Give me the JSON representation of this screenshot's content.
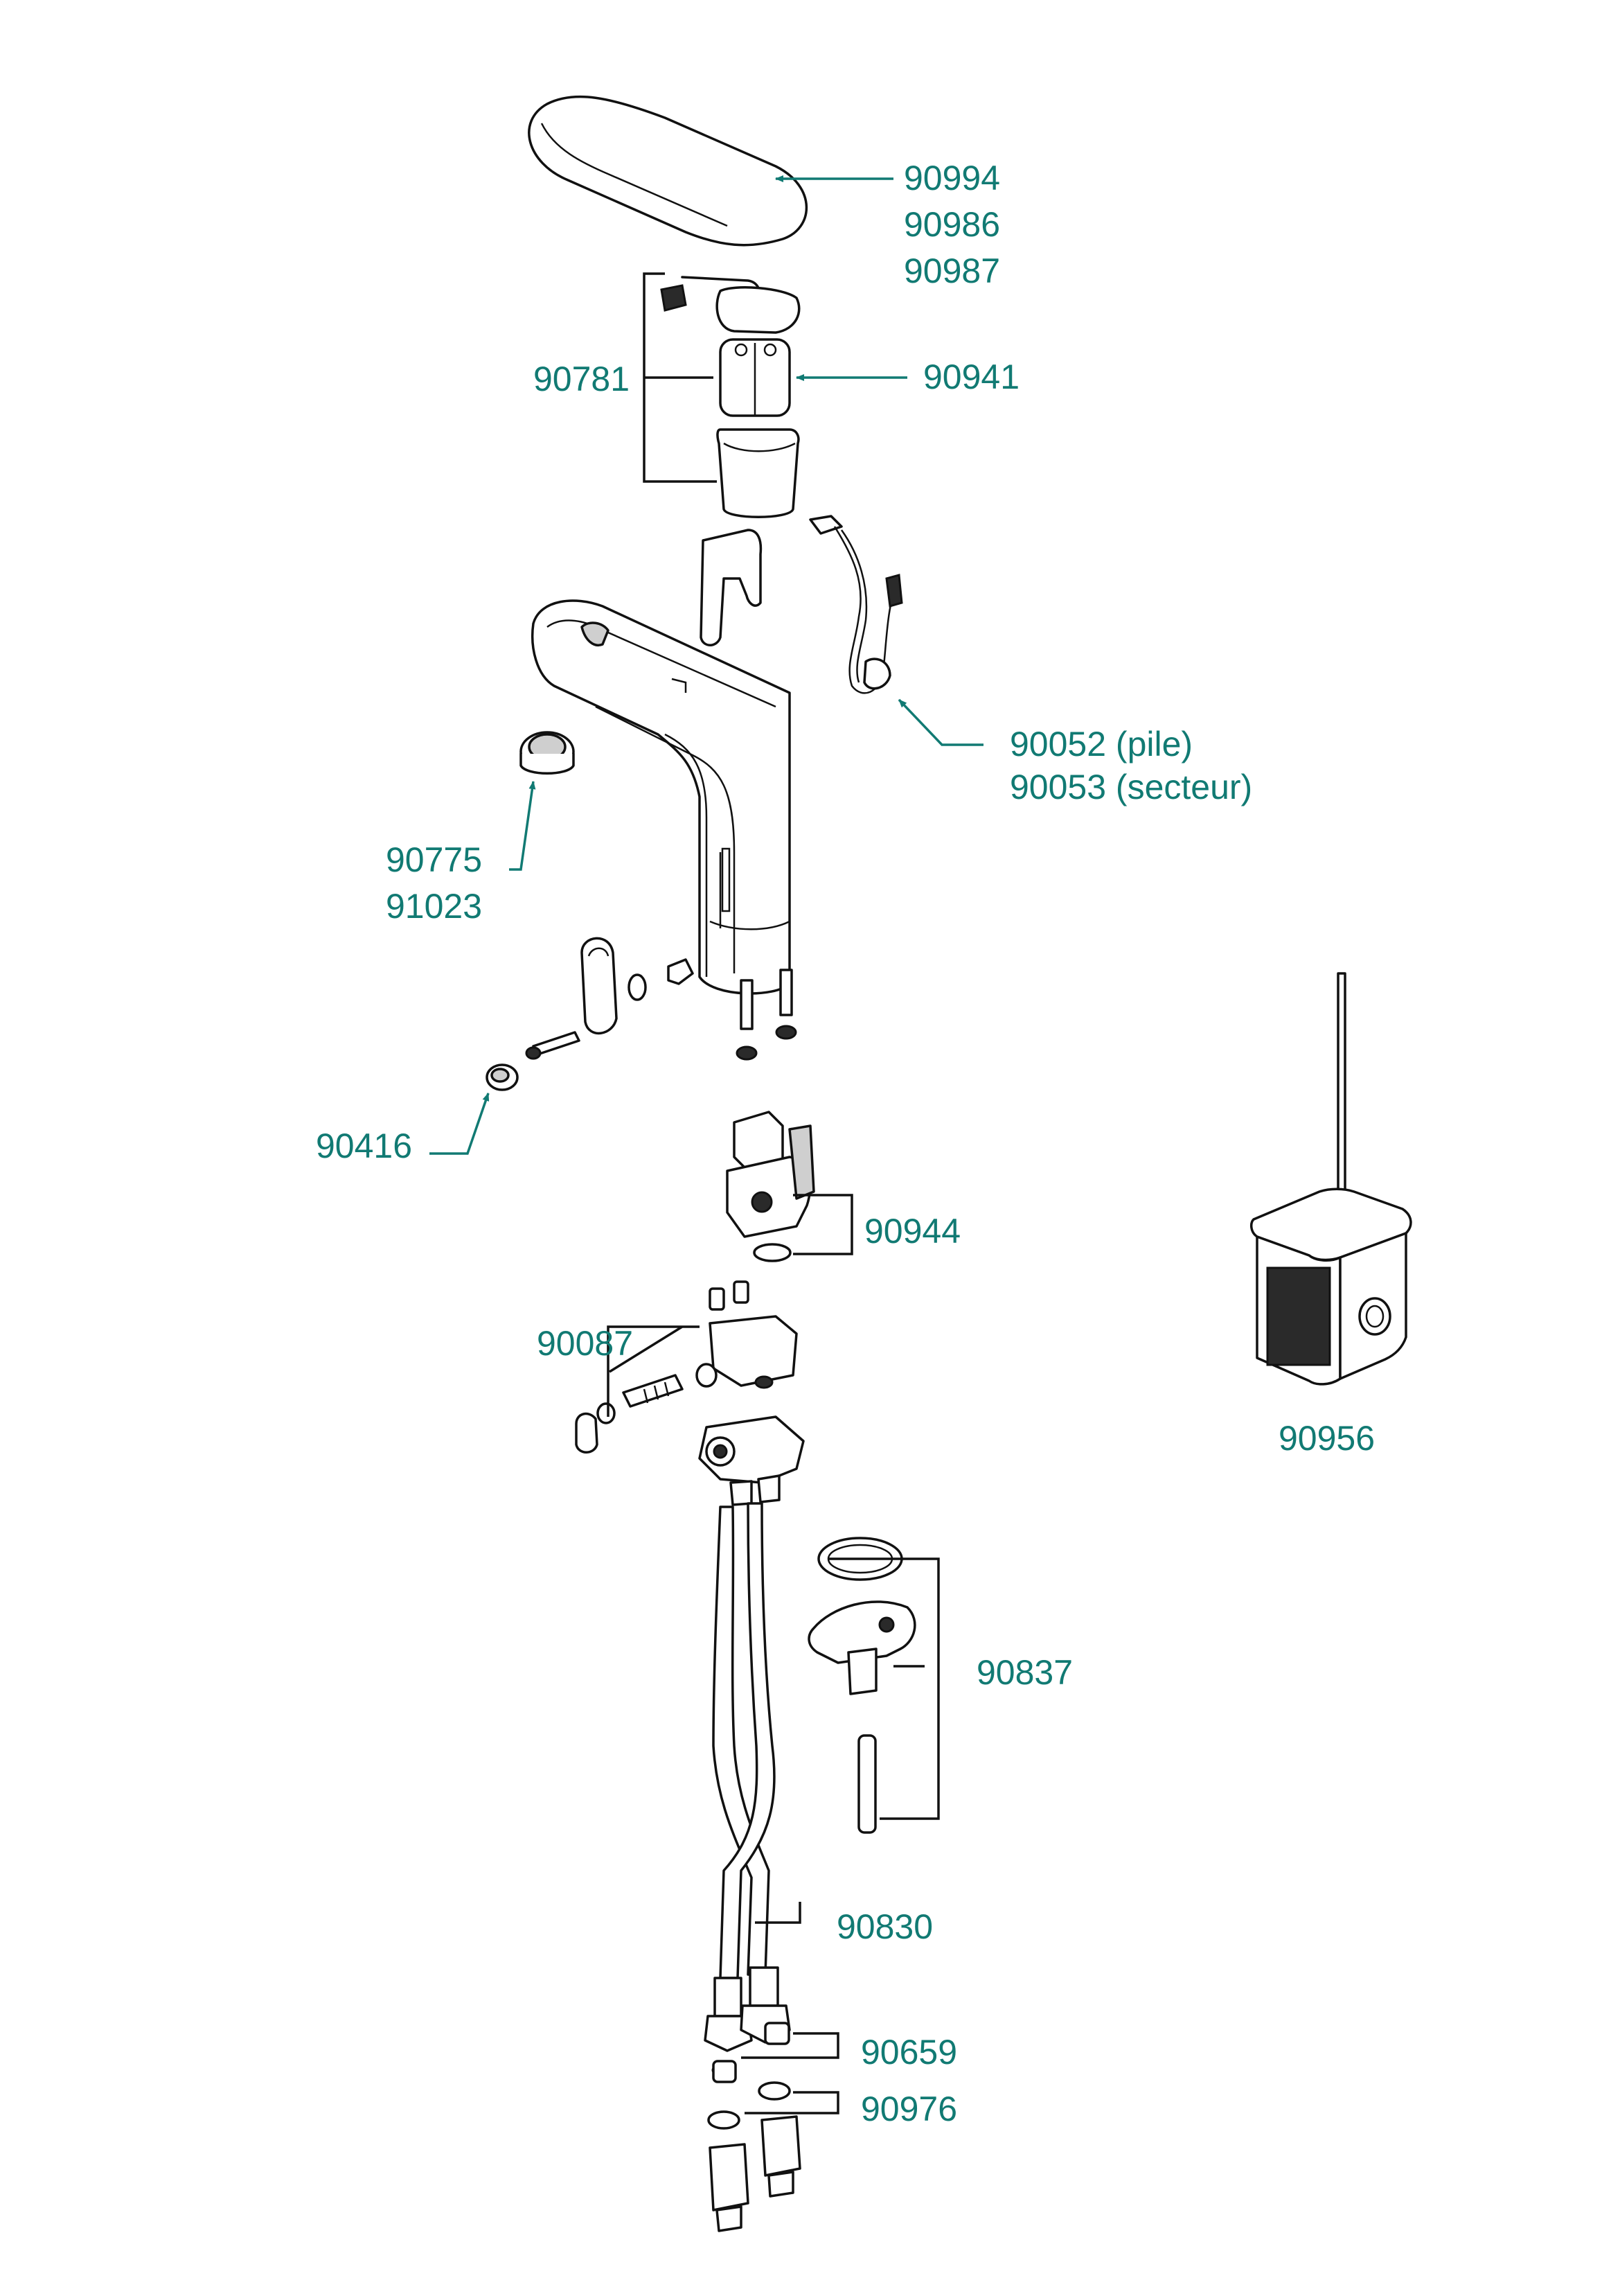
{
  "colors": {
    "label": "#117a73",
    "line": "#111111",
    "part_fill": "#ffffff"
  },
  "labels": {
    "p90994": "90994",
    "p90986": "90986",
    "p90987": "90987",
    "p90781": "90781",
    "p90941": "90941",
    "p90052": "90052 (pile)",
    "p90053": "90053 (secteur)",
    "p90775": "90775",
    "p91023": "91023",
    "p90416": "90416",
    "p90944": "90944",
    "p90087": "90087",
    "p90956": "90956",
    "p90837": "90837",
    "p90830": "90830",
    "p90659": "90659",
    "p90976": "90976"
  },
  "icons": [
    "arrow-head-icon"
  ]
}
